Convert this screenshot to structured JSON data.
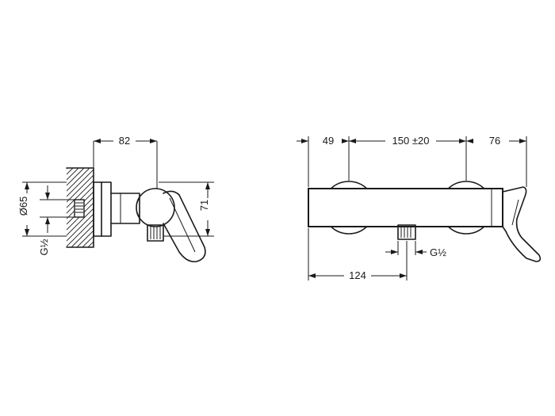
{
  "side_view": {
    "dim_depth": "82",
    "dim_inlet_diameter": "Ø65",
    "dim_height": "71",
    "thread_label": "G½"
  },
  "front_view": {
    "dim_left_offset": "49",
    "dim_center_distance": "150 ±20",
    "dim_right_offset": "76",
    "dim_outlet_offset": "124",
    "thread_label": "G½"
  }
}
